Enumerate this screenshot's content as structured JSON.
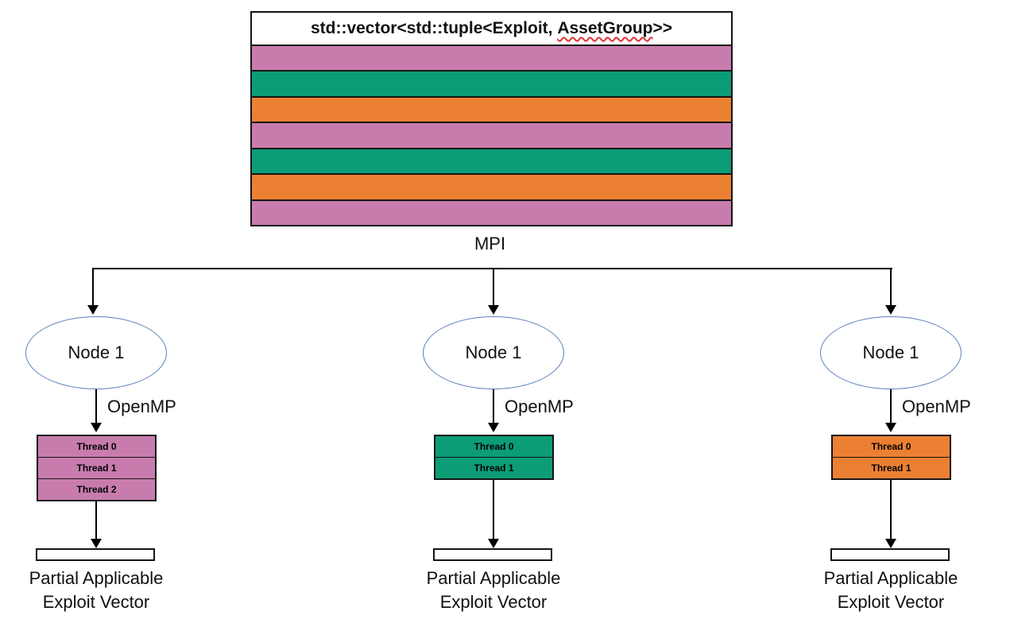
{
  "diagram": {
    "vector_box": {
      "title": {
        "prefix": "std::vector<std::tuple<Exploit, ",
        "spellcheck_word": "AssetGroup",
        "suffix": ">>"
      },
      "rows": [
        "pink",
        "green",
        "orange",
        "pink",
        "green",
        "orange",
        "pink"
      ]
    },
    "mpi_label": "MPI",
    "openmp_label": "OpenMP",
    "nodes": [
      {
        "label": "Node 1",
        "color": "pink",
        "threads": [
          "Thread 0",
          "Thread 1",
          "Thread 2"
        ],
        "output_label": [
          "Partial Applicable",
          "Exploit Vector"
        ]
      },
      {
        "label": "Node 1",
        "color": "green",
        "threads": [
          "Thread 0",
          "Thread 1"
        ],
        "output_label": [
          "Partial Applicable",
          "Exploit Vector"
        ]
      },
      {
        "label": "Node 1",
        "color": "orange",
        "threads": [
          "Thread 0",
          "Thread 1"
        ],
        "output_label": [
          "Partial Applicable",
          "Exploit Vector"
        ]
      }
    ],
    "colors": {
      "pink": "#C87CAD",
      "green": "#0C9D76",
      "orange": "#EB8033",
      "ellipse_border": "#5B7FBC",
      "line": "#000000",
      "spellcheck_underline": "#E03131"
    }
  }
}
